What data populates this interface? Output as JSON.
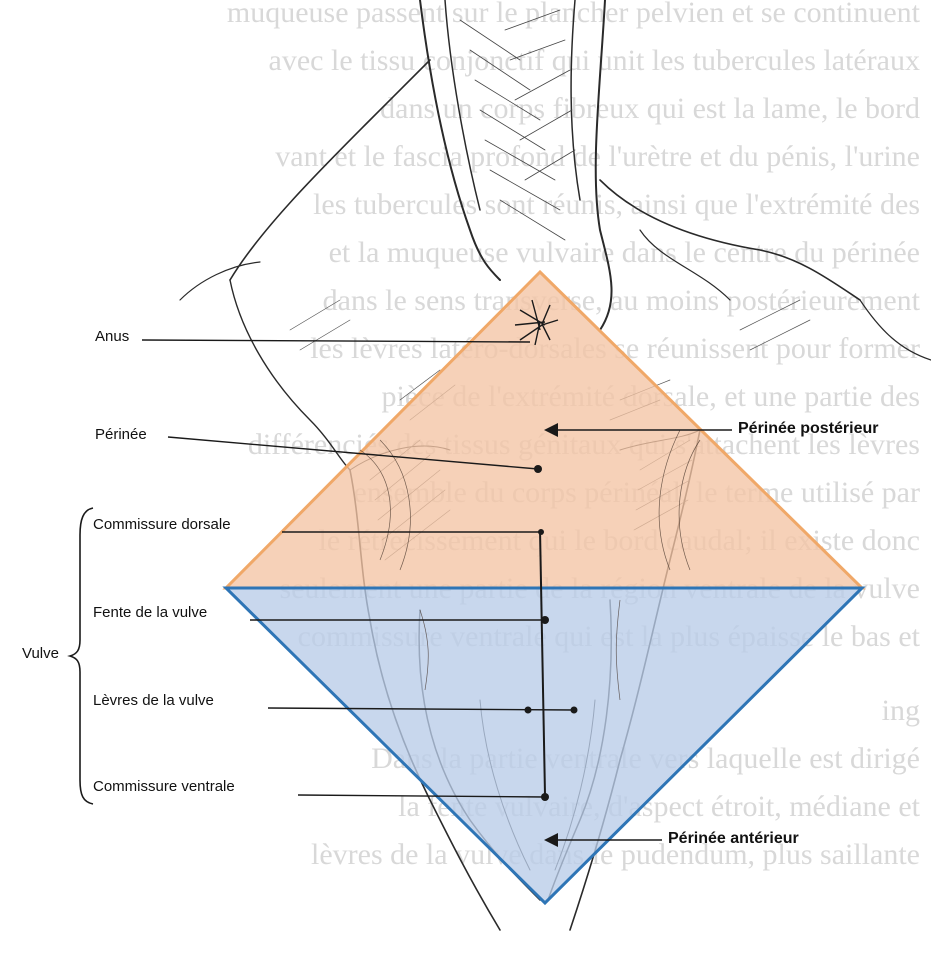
{
  "labels": {
    "anus": "Anus",
    "perinee": "Périnée",
    "commissure_dorsale": "Commissure dorsale",
    "fente": "Fente de la vulve",
    "levres": "Lèvres de la vulve",
    "commissure_ventrale": "Commissure ventrale",
    "vulve": "Vulve",
    "perinee_posterieur": "Périnée postérieur",
    "perinee_anterieur": "Périnée antérieur"
  },
  "background_text_lines": [
    "muqueuse passent sur le plancher pelvien et se continuent",
    "avec le tissu conjonctif qui unit les tubercules latéraux",
    "dans un corps fibreux qui est la lame, le bord",
    "vant et le fascia profond de l'urètre et du pénis, l'urine",
    "les tubercules sont réunis, ainsi que l'extrémité des",
    "et la muqueuse vulvaire dans le centre du périnée",
    "dans le sens transverse, au moins postérieurement",
    "les lèvres latéro-dorsales se réunissent pour former",
    "pièce de l'extrémité dorsale, et une partie des",
    "différenciés des tissus génitaux qui s'attachent les lèvres",
    "ensemble du corps périnéal, le terme utilisé par",
    "le rétrécissement qui le bord caudal; il existe donc",
    "seulement une partie de la région ventrale de la vulve",
    "commissure ventrale qui est la plus épaisse le bas et",
    "ing",
    "Dans la partie ventrale vers laquelle est dirigé",
    "la fente vulvaire, d'aspect étroit, médiane et",
    "lèvres de la vulve dans le pudendum, plus saillante"
  ],
  "colors": {
    "posterior_fill": "#f4c4a4",
    "posterior_stroke": "#f0a868",
    "anterior_fill": "#b8cce8",
    "anterior_stroke": "#2e75b6",
    "ink": "#1a1a1a",
    "background_text": "#d8d8d8"
  }
}
